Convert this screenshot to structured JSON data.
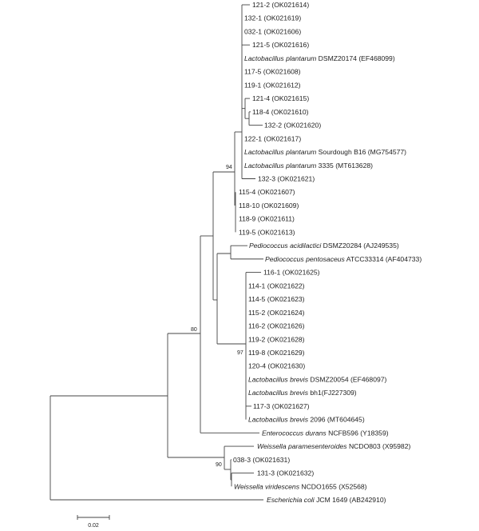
{
  "tree": {
    "tips": [
      {
        "italic": "",
        "text": "121-2 (OK021614)"
      },
      {
        "italic": "",
        "text": "132-1 (OK021619)"
      },
      {
        "italic": "",
        "text": "032-1 (OK021606)"
      },
      {
        "italic": "",
        "text": "121-5 (OK021616)"
      },
      {
        "italic": "Lactobacillus plantarum",
        "text": " DSMZ20174 (EF468099)"
      },
      {
        "italic": "",
        "text": "117-5 (OK021608)"
      },
      {
        "italic": "",
        "text": "119-1 (OK021612)"
      },
      {
        "italic": "",
        "text": "121-4 (OK021615)"
      },
      {
        "italic": "",
        "text": "118-4 (OK021610)"
      },
      {
        "italic": "",
        "text": "132-2 (OK021620)"
      },
      {
        "italic": "",
        "text": "122-1 (OK021617)"
      },
      {
        "italic": "Lactobacillus plantarum",
        "text": " Sourdough B16 (MG754577)"
      },
      {
        "italic": "Lactobacillus plantarum",
        "text": " 3335 (MT613628)"
      },
      {
        "italic": "",
        "text": "132-3 (OK021621)"
      },
      {
        "italic": "",
        "text": "115-4 (OK021607)"
      },
      {
        "italic": "",
        "text": "118-10 (OK021609)"
      },
      {
        "italic": "",
        "text": "118-9 (OK021611)"
      },
      {
        "italic": "",
        "text": "119-5 (OK021613)"
      },
      {
        "italic": "Pediococcus acidilactici",
        "text": " DSMZ20284 (AJ249535)"
      },
      {
        "italic": "Pediococcus pentosaceus",
        "text": " ATCC33314 (AF404733)"
      },
      {
        "italic": "",
        "text": "116-1 (OK021625)"
      },
      {
        "italic": "",
        "text": "114-1 (OK021622)"
      },
      {
        "italic": "",
        "text": "114-5 (OK021623)"
      },
      {
        "italic": "",
        "text": "115-2 (OK021624)"
      },
      {
        "italic": "",
        "text": "116-2 (OK021626)"
      },
      {
        "italic": "",
        "text": "119-2 (OK021628)"
      },
      {
        "italic": "",
        "text": "119-8 (OK021629)"
      },
      {
        "italic": "",
        "text": "120-4 (OK021630)"
      },
      {
        "italic": "Lactobacillus brevis",
        "text": " DSMZ20054 (EF468097)"
      },
      {
        "italic": "Lactobacillus brevis",
        "text": " bh1(FJ227309)"
      },
      {
        "italic": "",
        "text": "117-3 (OK021627)"
      },
      {
        "italic": "Lactobacillus brevis",
        "text": " 2096 (MT604645)"
      },
      {
        "italic": "Enterococcus durans",
        "text": " NCFB596 (Y18359)"
      },
      {
        "italic": "Weissella paramesenteroides",
        "text": " NCDO803 (X95982)"
      },
      {
        "italic": "",
        "text": "038-3 (OK021631)"
      },
      {
        "italic": "",
        "text": "131-3 (OK021632)"
      },
      {
        "italic": "Weissella viridescens",
        "text": " NCDO1655 (X52568)"
      },
      {
        "italic": "Escherichia coli",
        "text": " JCM 1649 (AB242910)"
      }
    ],
    "bootstrap": [
      "94",
      "80",
      "97",
      "90"
    ],
    "scale_label": "0.02"
  }
}
